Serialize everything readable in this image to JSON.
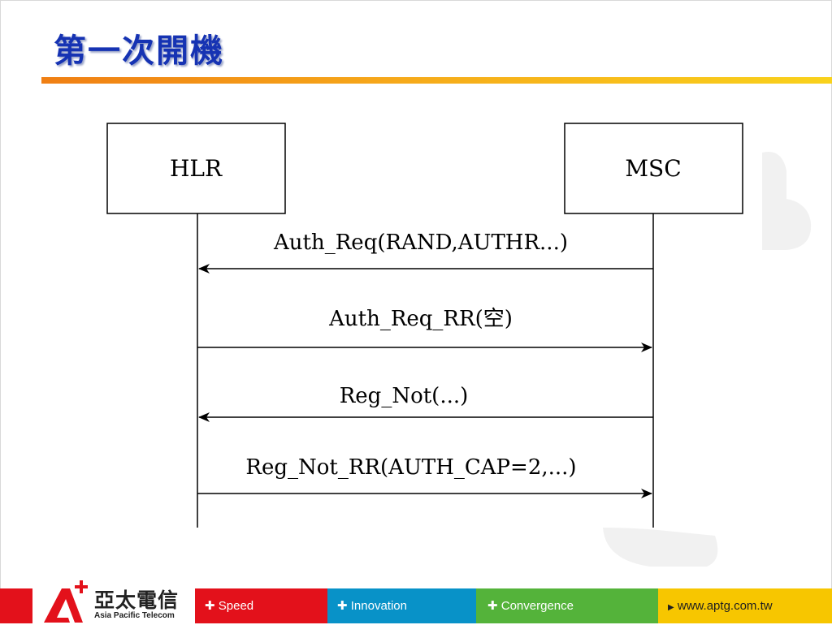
{
  "slide": {
    "title": "第一次開機"
  },
  "diagram": {
    "entities": [
      {
        "id": "hlr",
        "label": "HLR"
      },
      {
        "id": "msc",
        "label": "MSC"
      }
    ],
    "messages": [
      {
        "label": "Auth_Req(RAND,AUTHR...)",
        "from": "MSC",
        "to": "HLR"
      },
      {
        "label": "Auth_Req_RR(空)",
        "from": "HLR",
        "to": "MSC"
      },
      {
        "label": "Reg_Not(...)",
        "from": "MSC",
        "to": "HLR"
      },
      {
        "label": "Reg_Not_RR(AUTH_CAP=2,...)",
        "from": "HLR",
        "to": "MSC"
      }
    ]
  },
  "footer": {
    "logo_name": "亞太電信",
    "logo_sub": "Asia Pacific Telecom",
    "items": [
      {
        "label": "Speed",
        "icon": "plus-icon"
      },
      {
        "label": "Innovation",
        "icon": "plus-icon"
      },
      {
        "label": "Convergence",
        "icon": "plus-icon"
      },
      {
        "label": "www.aptg.com.tw",
        "icon": "triangle-right-icon"
      }
    ],
    "colors": {
      "red": "#e3111b",
      "blue": "#0892c8",
      "green": "#54b33a",
      "yellow": "#f7c600"
    }
  },
  "colors": {
    "title": "#1633b3",
    "rule_start": "#f07f14",
    "rule_end": "#f9d21c"
  }
}
